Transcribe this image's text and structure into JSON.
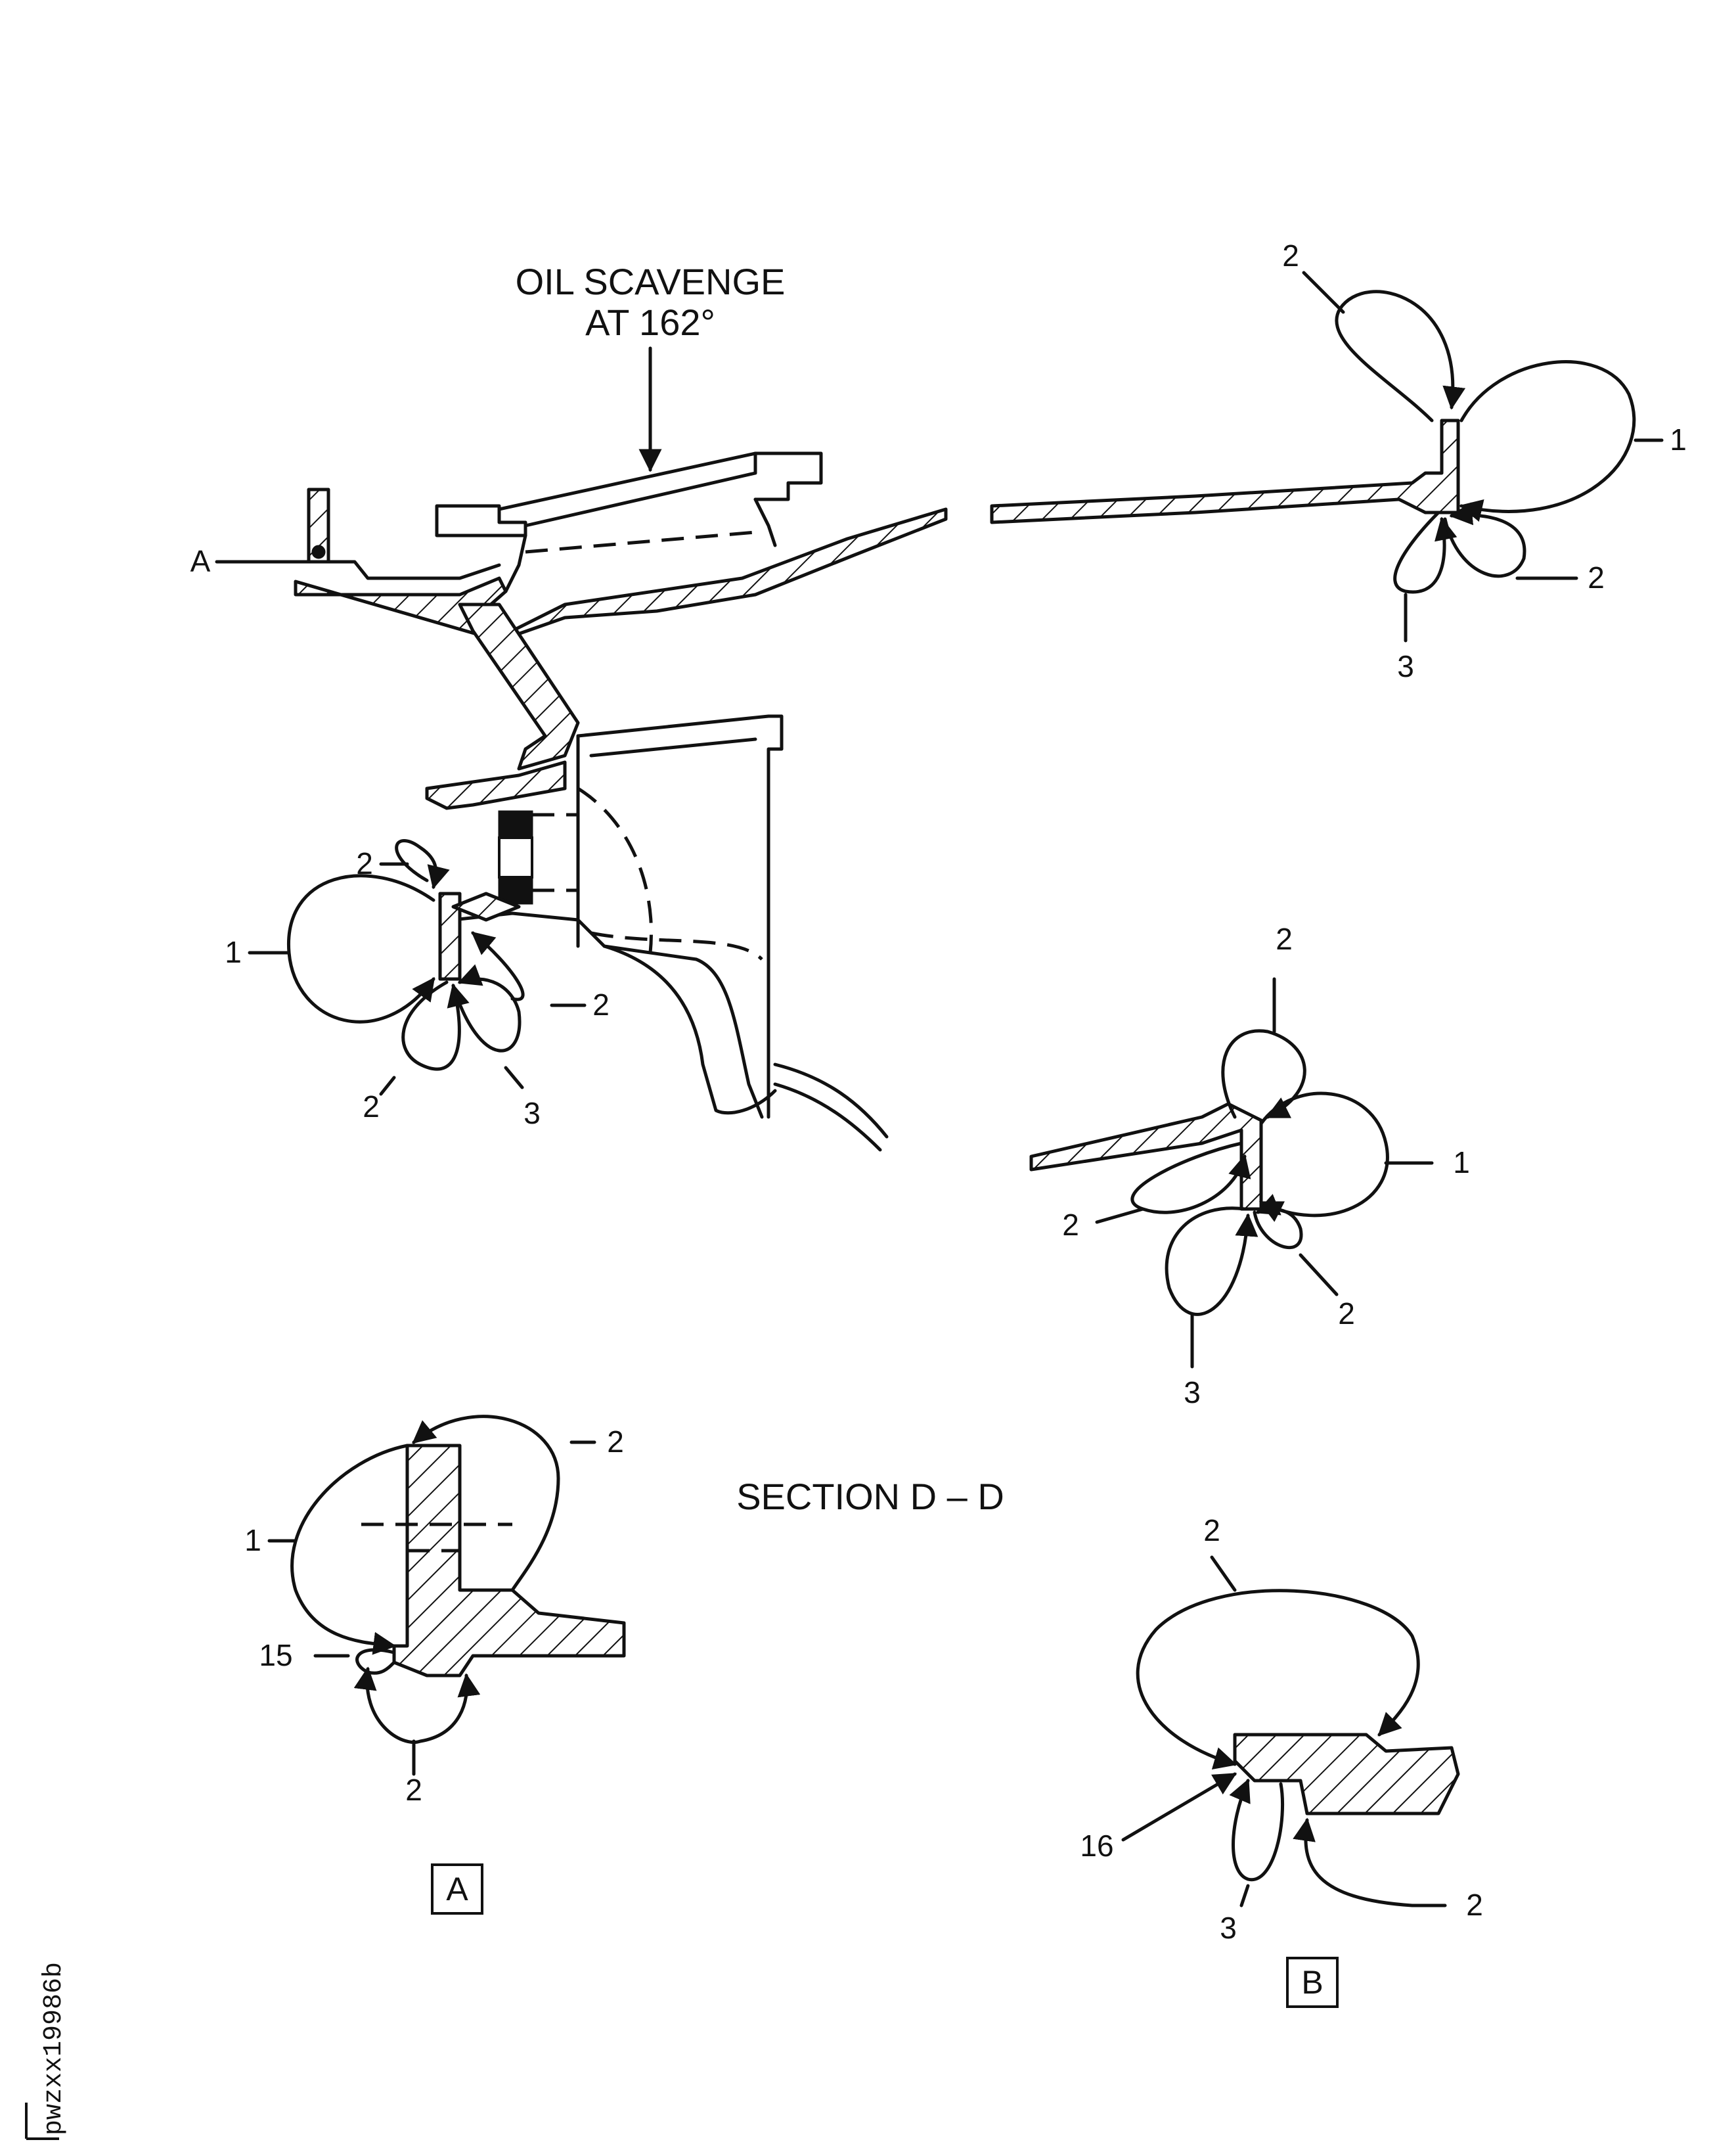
{
  "title_lines": [
    "OIL SCAVENGE",
    "AT 162°"
  ],
  "section_label": "SECTION D – D",
  "detail_labels": {
    "a": "A",
    "b": "B"
  },
  "ref_code": "pwzxx19986b",
  "callouts": {
    "main_a": "A",
    "main_l_2a": "2",
    "main_l_1": "1",
    "main_l_2b": "2",
    "main_l_2c": "2",
    "main_l_3": "3",
    "tr_2": "2",
    "tr_1": "1",
    "tr_2b": "2",
    "tr_3": "3",
    "mr_2": "2",
    "mr_1": "1",
    "mr_2b": "2",
    "mr_2c": "2",
    "mr_3": "3",
    "da_2": "2",
    "da_1": "1",
    "da_15": "15",
    "da_2b": "2",
    "db_2": "2",
    "db_16": "16",
    "db_3": "3",
    "db_2b": "2"
  },
  "colors": {
    "ink": "#111111",
    "paper": "#ffffff"
  }
}
